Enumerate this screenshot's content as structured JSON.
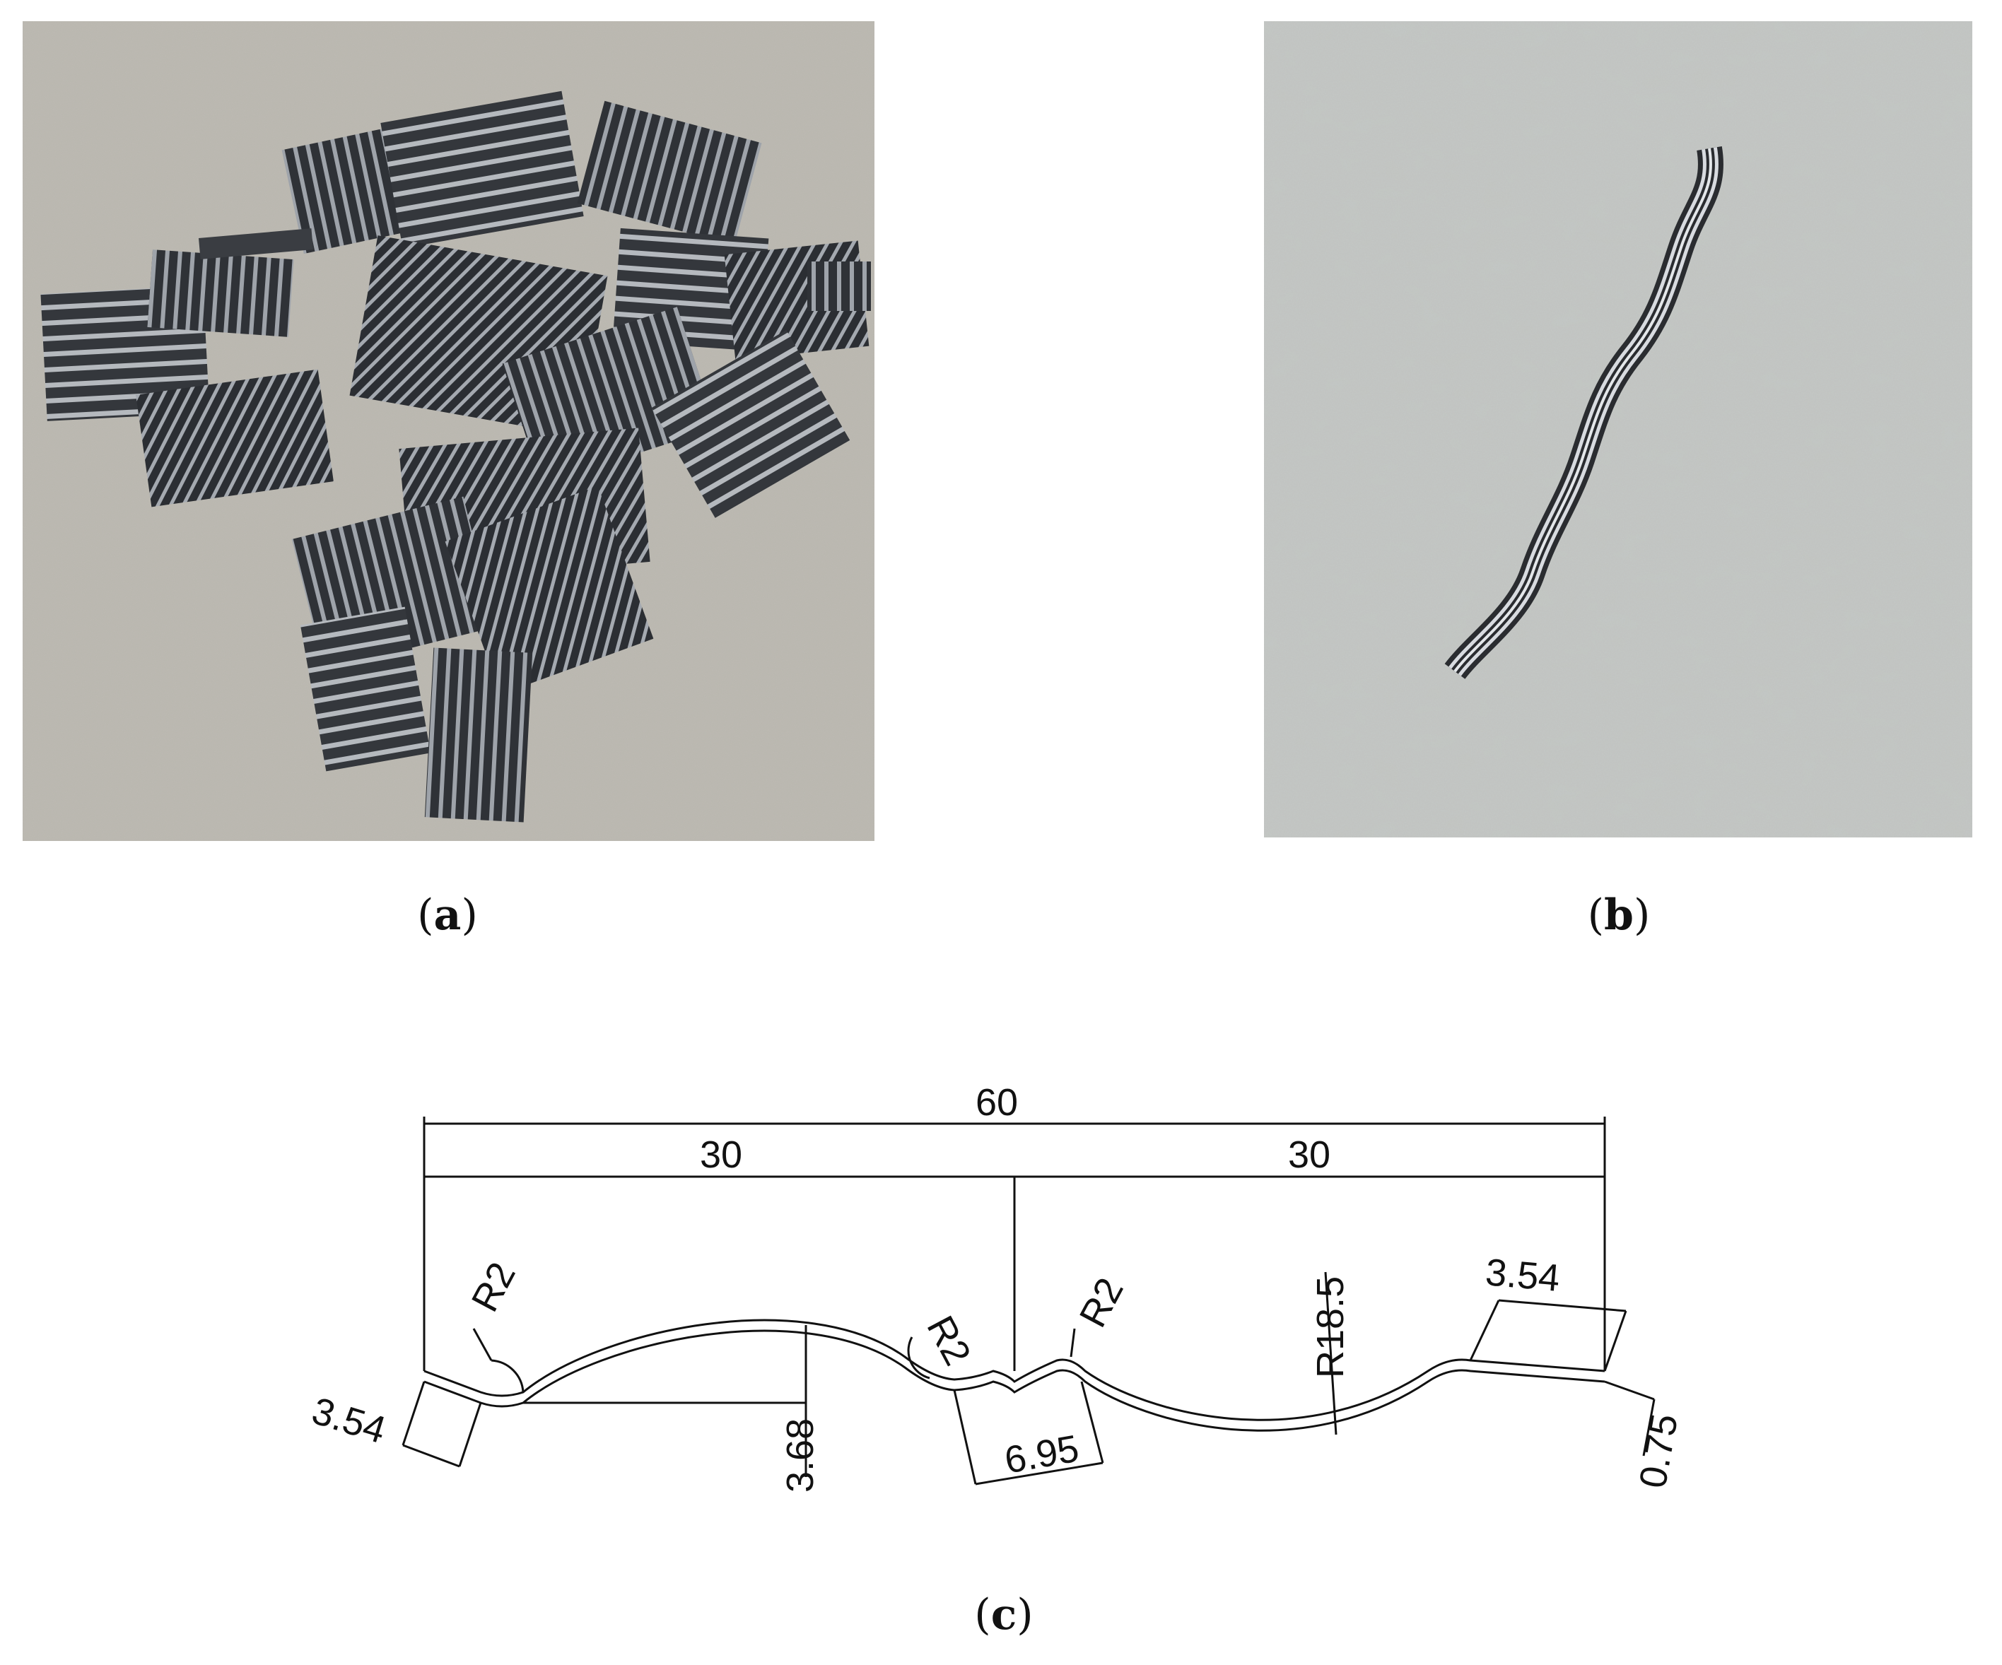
{
  "panels": {
    "a": {
      "caption_open": "(",
      "caption_letter": "a",
      "caption_close": ")"
    },
    "b": {
      "caption_open": "(",
      "caption_letter": "b",
      "caption_close": ")"
    },
    "c": {
      "caption_open": "(",
      "caption_letter": "c",
      "caption_close": ")"
    }
  },
  "drawing": {
    "dim_total": "60",
    "dim_left_half": "30",
    "dim_right_half": "30",
    "radius_left_end": "R2",
    "radius_mid_left": "R2",
    "radius_mid_right": "R2",
    "radius_large": "R18.5",
    "width_left": "3.54",
    "width_right": "3.54",
    "depth_left_arc": "3.68",
    "pitch_mid": "6.95",
    "thickness": "0.75"
  },
  "colors": {
    "concrete_a": "#b9b6ae",
    "concrete_b": "#c4c8c6",
    "fiber_steel": "#3a3d42",
    "line": "#111111"
  }
}
